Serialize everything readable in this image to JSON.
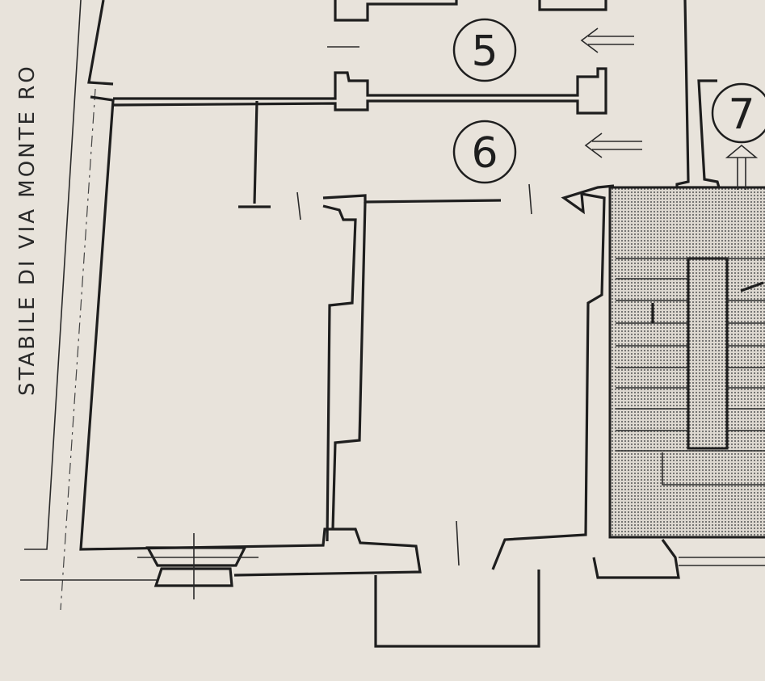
{
  "drawing": {
    "street_label": "STABILE DI VIA MONTE RO",
    "room_numbers": [
      "5",
      "6",
      "7"
    ],
    "colors": {
      "paper": "#e8e3db",
      "ink": "#1e1e1e",
      "stair_fill": "#c9c4bd"
    }
  }
}
